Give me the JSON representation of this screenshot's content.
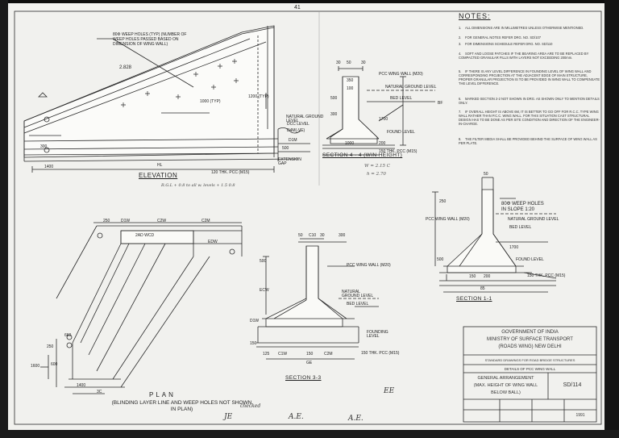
{
  "sheet": {
    "page_no": "41",
    "notes": {
      "heading": "NOTES:",
      "items": [
        "ALL DIMENSIONS ARE IN MILLIMETRES UNLESS OTHERWISE MENTIONED.",
        "FOR GENERAL NOTES REFER DRG. NO. SD/107",
        "FOR DIMENSIONS SCHEDULE REFER DRG. NO. SD/110",
        "SOFT AND LOOSE PATCHES IF THE BEARING AREA ARE TO BE REPLACED BY COMPACTED GRANULAR FILLS WITH LAYERS NOT EXCEEDING 200mm.",
        "IF THERE IS ANY LEVEL DIFFERENCE IN FOUNDING LEVEL OF WING WALL AND CORRESPONDING PROJECTION AT THE ADJACENT EDGE OF MAIN STRUCTURE, PROPER GRANULAR PROJECTION IS TO BE PROVIDED IN WING WALL TO COMPENSATE THE LEVEL DIFFERENCE.",
        "MARKED SECTION 2-2 NOT SHOWN IN DRG. AS SHOWN ONLY TO MENTION DETAILS ONLY.",
        "IF OVERALL HEIGHT IS ABOVE 6M, IT IS BETTER TO GO OFF FOR R.C.C. TYPE WING WALL RATHER THAN P.C.C. WING WALL. FOR THIS SITUATION CAST STRUCTURAL DESIGN HAS TO BE DONE AS PER SITE CONDITION AND DIRECTION OF THE ENGINEER-IN-CHARGE.",
        "THE FILTER MEDIA SHALL BE PROVIDED BEHIND THE SURFACE OF WING WALL AS PER PLATE."
      ]
    },
    "elevation": {
      "title": "ELEVATION",
      "handnote": "R.G.L + 0.8 to all w. levels + 1.5 0.8",
      "callout": "80Φ WEEP HOLES (TYP) (NUMBER OF WEEP HOLES PASSED BASED ON DIMENSION OF WING WALL)",
      "dim_2828": "2.828",
      "dim_1000": "1000 (TYP)",
      "dim_1200": "1200 (TYP)",
      "dim_300": "300",
      "dim_1400": "1400",
      "dim_500": "500",
      "ngl": "NATURAL GROUND LEVEL",
      "dcl": "DCC LEVEL",
      "ext_gap": "EXTENSION GAP",
      "pcc": "120 THK. PCC (M15)",
      "d1m": "D1M",
      "d4m": "D4M(-VE)",
      "h_label": "HL"
    },
    "section44": {
      "title": "SECTION 4 - 4 (WIN HEIGHT)",
      "handnote_1": "W = 2.15 C",
      "handnote_2": "h = 2.70",
      "d_30a": "30",
      "d_50": "50",
      "d_30b": "30",
      "d_350": "350",
      "d_100": "100",
      "d_500": "500",
      "d_300": "300",
      "d_1700": "1700",
      "d_1000": "1000",
      "d_200": "200",
      "pcc_wing": "PCC WING WALL (M20)",
      "ngl": "NATURAL GROUND LEVEL",
      "bed": "BED LEVEL",
      "found": "FOUND LEVEL",
      "pcc": "150 THK. PCC (M15)",
      "bf": "BF"
    },
    "plan": {
      "title": "PLAN",
      "subtitle": "(BLINDING LAYER LINE AND WEEP HOLES NOT SHOWN IN PLAN)",
      "d_250": "250",
      "d_d1w": "D1W",
      "d_c2w": "C2W",
      "d_c2m": "C2M",
      "d_2ad": "2AD WCD",
      "d_edw": "EDW",
      "d_660": "660",
      "d_250b": "250",
      "d_1600": "1600",
      "d_600": "600",
      "d_1400": "1400",
      "d_3c": "3C"
    },
    "section33": {
      "title": "SECTION 3-3",
      "d_50": "50",
      "d_c10": "C10",
      "d_30": "30",
      "d_50b": "50",
      "d_300": "300",
      "d_500": "500",
      "d_ecw": "ECW",
      "d_d1w": "D1W",
      "d_150": "150",
      "d_125": "125",
      "d_c1w": "C1W",
      "d_150b": "150",
      "d_c2m": "C2M",
      "d_ge": "GE",
      "pcc_wing": "PCC WING WALL (M20)",
      "ngl": "NATURAL GROUND LEVEL",
      "bed": "BED LEVEL",
      "found": "FOUNDING LEVEL",
      "pcc": "150 THK. PCC (M15)"
    },
    "section11": {
      "title": "SECTION 1-1",
      "weep": "80Φ WEEP HOLES IN SLOPE 1:20",
      "pcc_wing": "PCC WING WALL (M20)",
      "ngl": "NATURAL GROUND LEVEL",
      "bed": "BED LEVEL",
      "found": "FOUND LEVEL",
      "pcc": "150 THK. PCC (M15)",
      "d_50": "50",
      "d_250": "250",
      "d_500": "500",
      "d_1700": "1700",
      "d_150": "150",
      "d_200": "200",
      "d_85": "85"
    },
    "title_block": {
      "l1": "GOVERNMENT OF INDIA",
      "l2": "MINISTRY OF SURFACE TRANSPORT",
      "l3": "(ROADS WING) NEW DELHI",
      "l4": "STANDARD DRAWINGS FOR ROAD BRIDGE STRUCTURES",
      "l5": "DETAILS OF PCC WING WALL",
      "l6": "GENERAL ARRANGEMENT",
      "l7": "(MAX. HEIGHT OF WING WALL",
      "l8": "BELOW BALL)",
      "drg_no": "SD/114",
      "date": "1991"
    },
    "signatures": {
      "s1": "JE",
      "s2": "A.E.",
      "s3": "A.E.",
      "s4": "EE",
      "s5": "checked"
    }
  }
}
